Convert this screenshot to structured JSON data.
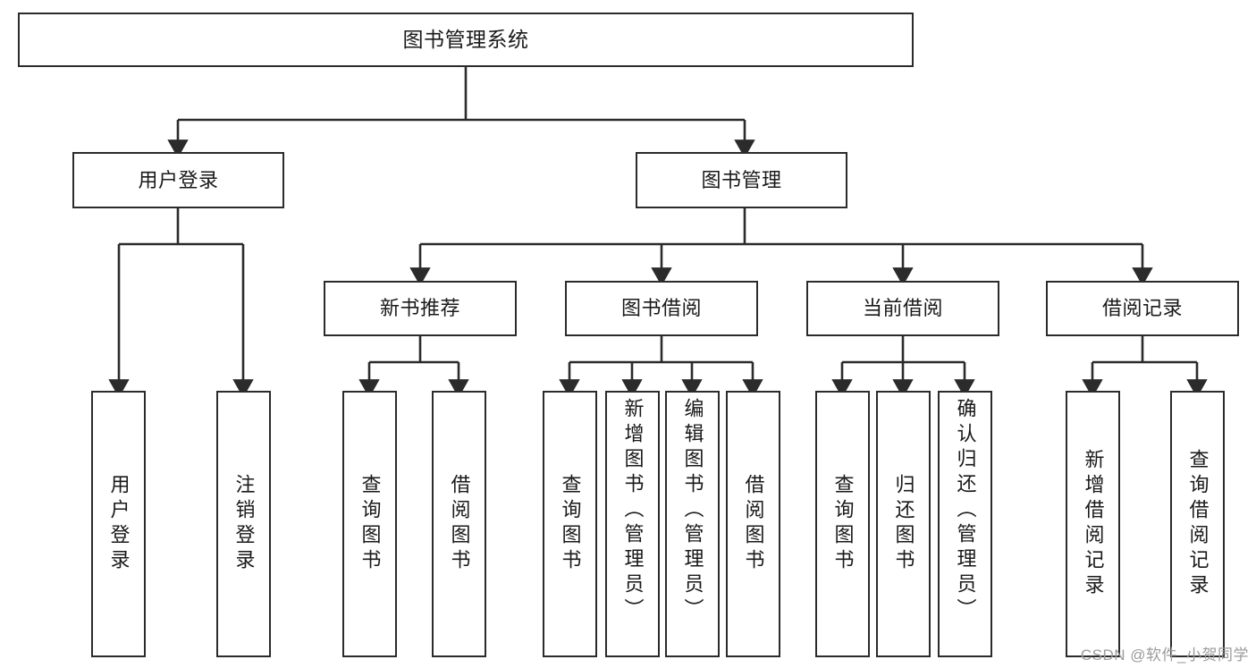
{
  "diagram": {
    "type": "tree",
    "title": "图书管理系统",
    "watermark": "CSDN @软件_小贺同学",
    "colors": {
      "box_border": "#2b2b2b",
      "box_fill": "#ffffff",
      "connector": "#2b2b2b",
      "text": "#1a1a1a",
      "watermark": "#9b9b9b"
    },
    "nodes": {
      "root": {
        "label": "图书管理系统"
      },
      "level2": [
        {
          "label": "用户登录"
        },
        {
          "label": "图书管理"
        }
      ],
      "level3": [
        {
          "label": "新书推荐"
        },
        {
          "label": "图书借阅"
        },
        {
          "label": "当前借阅"
        },
        {
          "label": "借阅记录"
        }
      ],
      "leaves": {
        "user_login": [
          {
            "label": "用户登录"
          },
          {
            "label": "注销登录"
          }
        ],
        "new_book": [
          {
            "label": "查询图书"
          },
          {
            "label": "借阅图书"
          }
        ],
        "book_borrow": [
          {
            "label": "查询图书"
          },
          {
            "label": "新增图书（管理员）"
          },
          {
            "label": "编辑图书（管理员）"
          },
          {
            "label": "借阅图书"
          }
        ],
        "current_borrow": [
          {
            "label": "查询图书"
          },
          {
            "label": "归还图书"
          },
          {
            "label": "确认归还（管理员）"
          }
        ],
        "borrow_record": [
          {
            "label": "新增借阅记录"
          },
          {
            "label": "查询借阅记录"
          }
        ]
      }
    }
  }
}
